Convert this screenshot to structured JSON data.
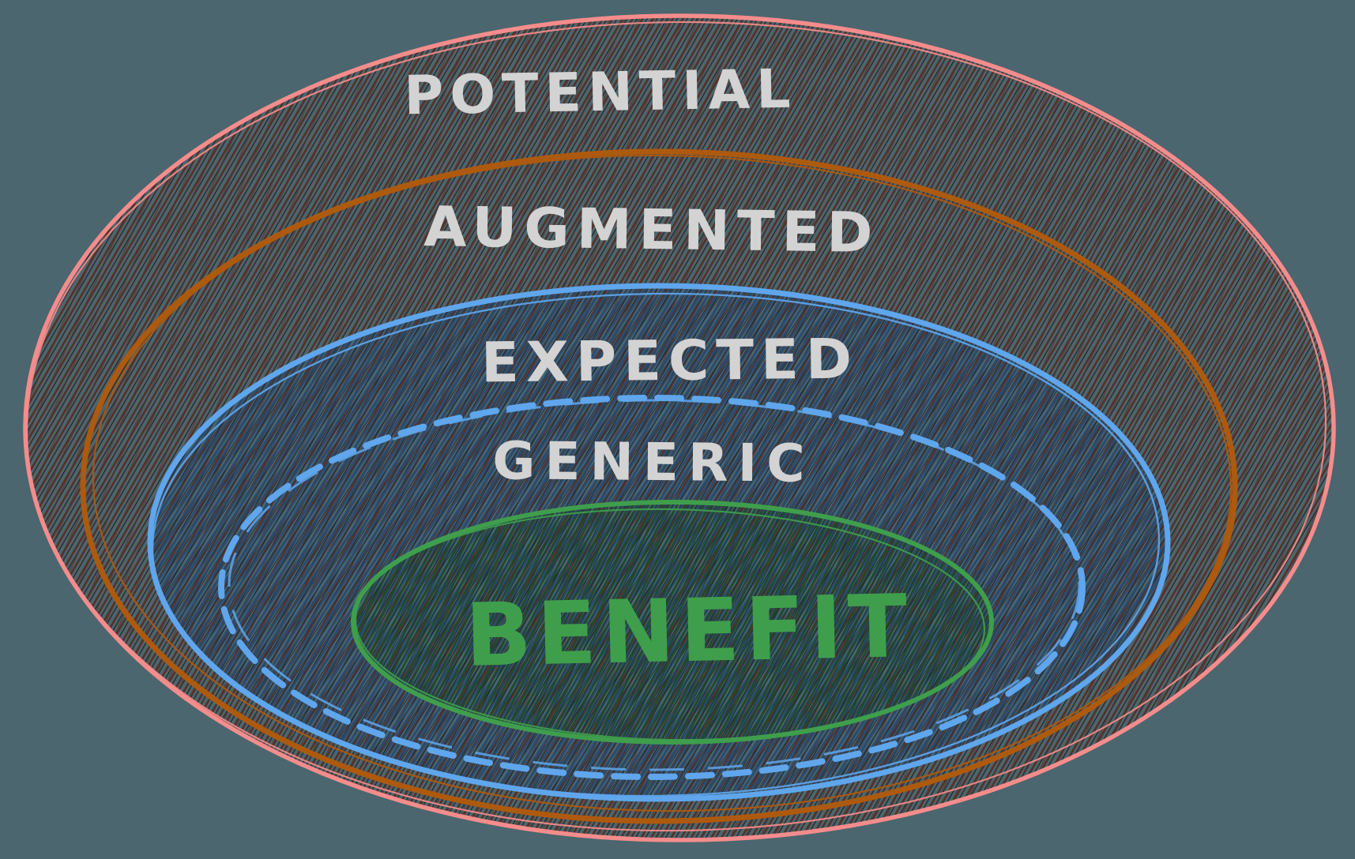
{
  "diagram": {
    "background_color": "#4b666e",
    "text_color": "#d3d3d3",
    "rings": [
      {
        "id": "potential",
        "label": "POTENTIAL",
        "stroke_color": "#f58c8c",
        "line_style": "solid",
        "label_color": "#d3d3d3"
      },
      {
        "id": "augmented",
        "label": "AUGMENTED",
        "stroke_color": "#ad5a0e",
        "line_style": "solid",
        "label_color": "#d3d3d3"
      },
      {
        "id": "expected",
        "label": "EXPECTED",
        "stroke_color": "#5fa6ec",
        "line_style": "solid",
        "label_color": "#d3d3d3"
      },
      {
        "id": "generic",
        "label": "GENERIC",
        "stroke_color": "#5fa6ec",
        "line_style": "dashed",
        "label_color": "#d3d3d3"
      },
      {
        "id": "benefit",
        "label": "BENEFIT",
        "stroke_color": "#3f9e4c",
        "line_style": "solid",
        "label_color": "#3f9e4c"
      }
    ],
    "hatch_colors": {
      "maroon_dark": "#553028",
      "maroon_darker": "#2f1c18",
      "blue_dark": "#2a4b70",
      "blue_darker": "#1a3754",
      "green_dark": "#1e4a29",
      "green_darker": "#123a1f"
    }
  }
}
